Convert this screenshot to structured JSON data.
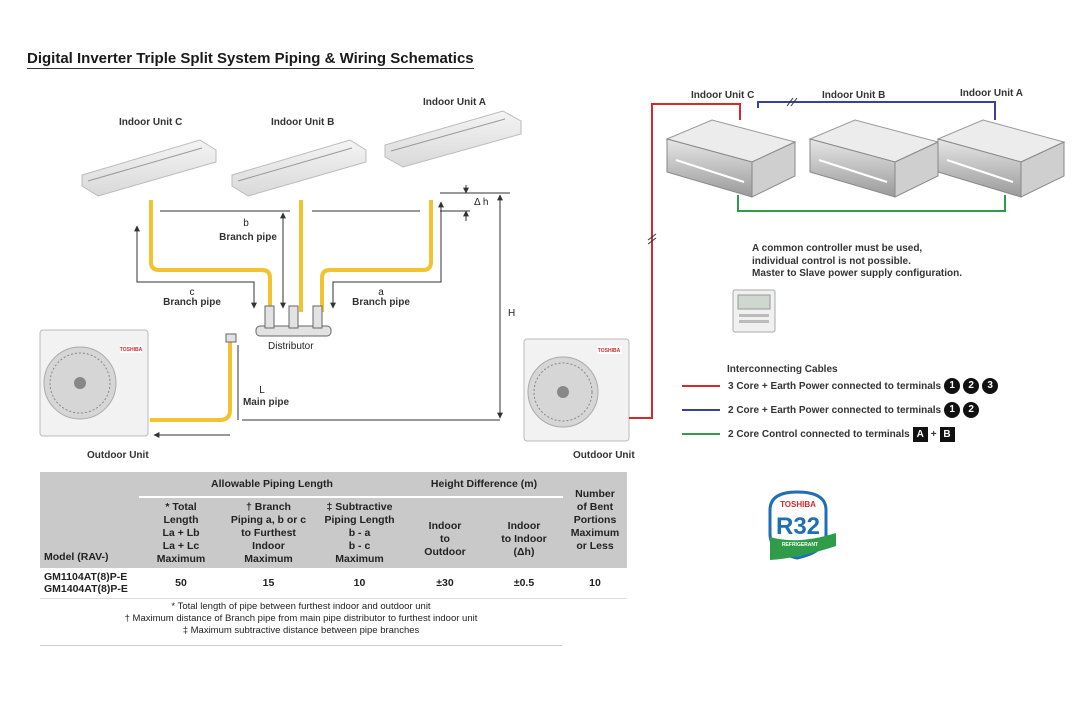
{
  "title": "Digital Inverter Triple Split System Piping & Wiring Schematics",
  "left_diagram": {
    "indoor_units": [
      "Indoor Unit C",
      "Indoor Unit B",
      "Indoor Unit A"
    ],
    "branch_b": [
      "b",
      "Branch pipe"
    ],
    "branch_c": [
      "c",
      "Branch pipe"
    ],
    "branch_a": [
      "a",
      "Branch pipe"
    ],
    "distributor": "Distributor",
    "main_pipe": [
      "L",
      "Main pipe"
    ],
    "height": "H",
    "delta_h": "Δ h",
    "outdoor_left": "Outdoor Unit",
    "outdoor_right": "Outdoor Unit",
    "brand": "TOSHIBA"
  },
  "right_diagram": {
    "indoor_units": [
      "Indoor Unit C",
      "Indoor Unit B",
      "Indoor Unit A"
    ],
    "note": [
      "A common controller must be used,",
      "individual control is not possible.",
      "Master to Slave power supply configuration."
    ],
    "legend_title": "Interconnecting Cables",
    "legend": [
      {
        "text": "3 Core + Earth Power connected to terminals",
        "color": "#d42a2a",
        "marks": [
          "1",
          "2",
          "3"
        ]
      },
      {
        "text": "2 Core + Earth Power connected to terminals",
        "color": "#3b3fa0",
        "marks": [
          "1",
          "2"
        ]
      },
      {
        "text": "2 Core Control connected to terminals",
        "color": "#2e9c48",
        "marks": [
          "A",
          "B"
        ]
      }
    ]
  },
  "table": {
    "group_headers": [
      "Allowable Piping Length",
      "Height Difference (m)",
      ""
    ],
    "columns": [
      [
        "Model (RAV-)"
      ],
      [
        "* Total",
        "Length",
        "La + Lb",
        "La + Lc",
        "Maximum"
      ],
      [
        "† Branch",
        "Piping a, b or c",
        "to Furthest",
        "Indoor",
        "Maximum"
      ],
      [
        "‡ Subtractive",
        "Piping Length",
        "b - a",
        "b - c",
        "Maximum"
      ],
      [
        "Indoor",
        "to",
        "Outdoor"
      ],
      [
        "Indoor",
        "to Indoor",
        "(Δh)"
      ],
      [
        "Number",
        "of Bent",
        "Portions",
        "Maximum",
        "or Less"
      ]
    ],
    "row": {
      "models": [
        "GM1104AT(8)P-E",
        "GM1404AT(8)P-E"
      ],
      "values": [
        "50",
        "15",
        "10",
        "±30",
        "±0.5",
        "10"
      ]
    }
  },
  "footnotes": [
    "* Total length of pipe between furthest indoor and outdoor unit",
    "† Maximum distance of Branch pipe from main pipe distributor to furthest indoor unit",
    "‡ Maximum subtractive distance between pipe branches"
  ],
  "logo": {
    "brand": "TOSHIBA",
    "refrigerant": "R32",
    "sub": "REFRIGERANT"
  },
  "colors": {
    "pipe": "#f2c230",
    "red": "#d42a2a",
    "blue": "#3b3fa0",
    "green": "#2e9c48"
  }
}
